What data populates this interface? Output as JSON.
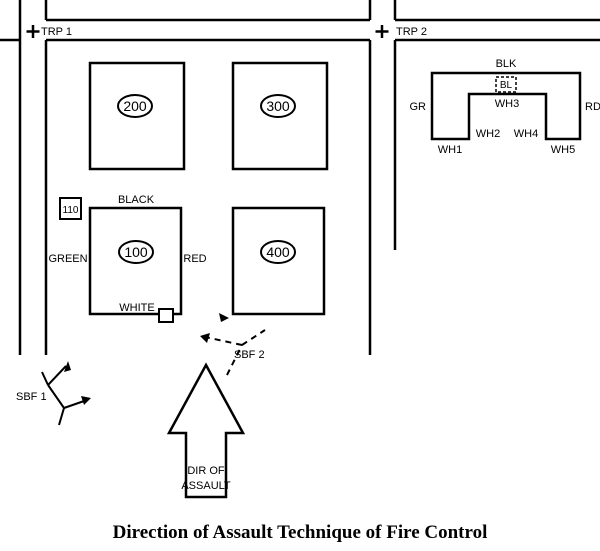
{
  "caption": "Direction of Assault Technique of Fire Control",
  "trp": {
    "trp1": "TRP 1",
    "trp2": "TRP 2"
  },
  "buildings": {
    "b200": "200",
    "b300": "300",
    "b100": "100",
    "b400": "400",
    "b110": "110"
  },
  "building_sides": {
    "black": "BLACK",
    "green": "GREEN",
    "red": "RED",
    "white": "WHITE"
  },
  "sbf": {
    "sbf1": "SBF 1",
    "sbf2": "SBF 2"
  },
  "assault": {
    "line1": "DIR OF",
    "line2": "ASSAULT"
  },
  "legend": {
    "blk": "BLK",
    "bl": "BL",
    "gr": "GR",
    "rd": "RD",
    "wh1": "WH1",
    "wh2": "WH2",
    "wh3": "WH3",
    "wh4": "WH4",
    "wh5": "WH5"
  }
}
